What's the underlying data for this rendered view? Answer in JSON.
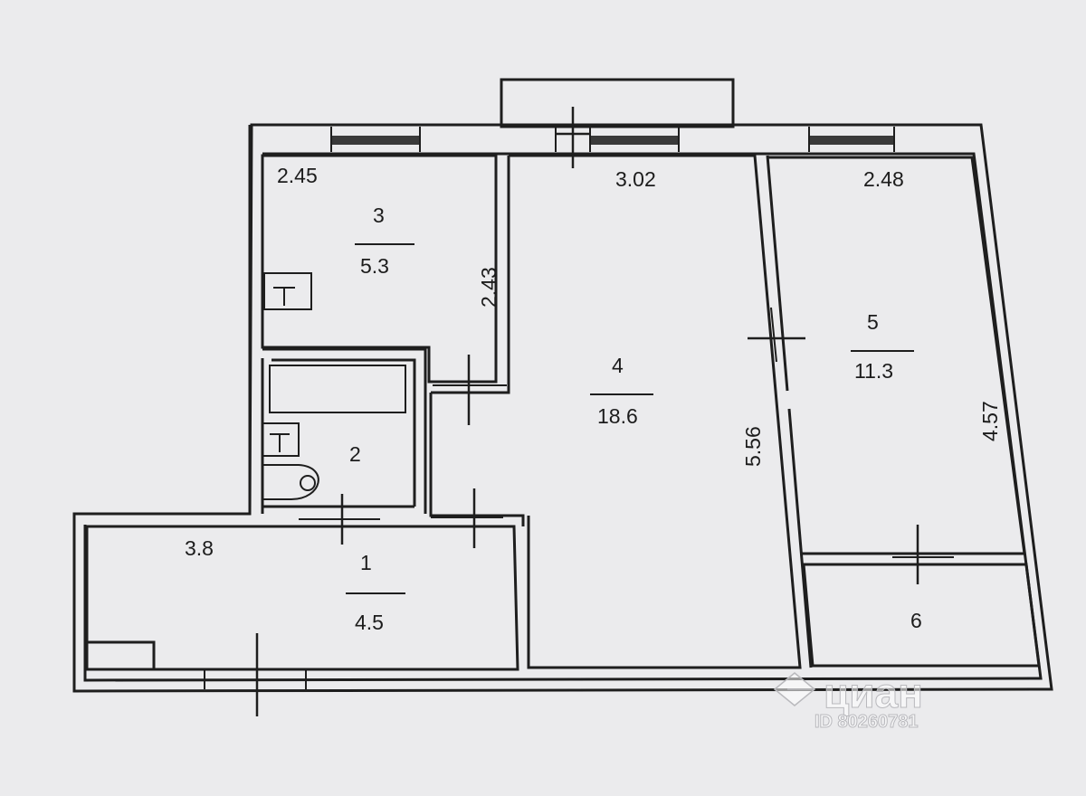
{
  "rooms": [
    {
      "number": "1",
      "area": "4.5"
    },
    {
      "number": "2"
    },
    {
      "number": "3",
      "area": "5.3"
    },
    {
      "number": "4",
      "area": "18.6"
    },
    {
      "number": "5",
      "area": "11.3"
    },
    {
      "number": "6"
    }
  ],
  "dimensions": {
    "room1_width": "3.8",
    "room3_width": "2.45",
    "room3_depth": "2.43",
    "room4_width": "3.02",
    "room4_depth": "5.56",
    "room5_width": "2.48",
    "room5_depth": "4.57"
  },
  "watermark": {
    "brand": "циан",
    "listing_id": "ID 80260781"
  },
  "colors": {
    "paper": "#ebebed",
    "ink": "#1e1e1e"
  }
}
